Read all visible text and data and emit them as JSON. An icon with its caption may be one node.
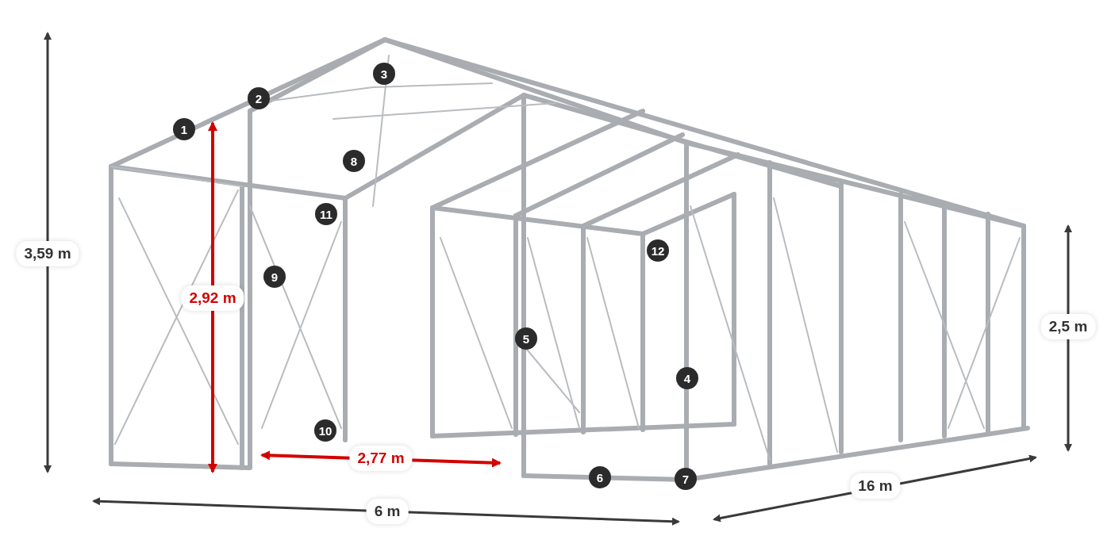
{
  "diagram": {
    "labels": [
      "3",
      "2",
      "1",
      "8",
      "11",
      "12",
      "3,59 m",
      "9",
      "2,92 m",
      "2,5 m",
      "5",
      "4",
      "10",
      "2,77 m",
      "6",
      "7",
      "16 m",
      "6 m"
    ]
  }
}
